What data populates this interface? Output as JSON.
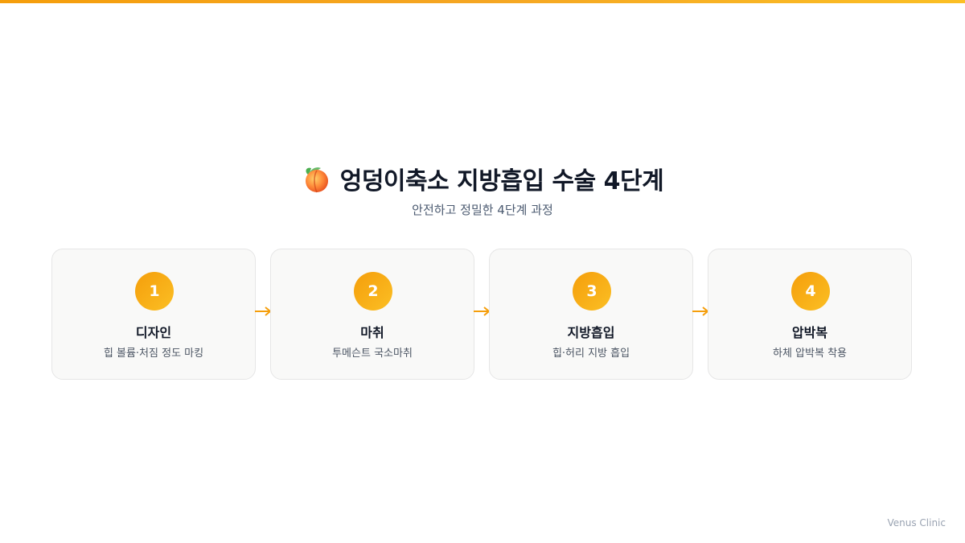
{
  "header": {
    "title": "엉덩이축소 지방흡입 수술 4단계",
    "subtitle": "안전하고 정밀한 4단계 과정",
    "title_icon": "peach-icon"
  },
  "steps": [
    {
      "number": "1",
      "title": "디자인",
      "description": "힙 볼륨·처짐 정도 마킹"
    },
    {
      "number": "2",
      "title": "마취",
      "description": "투메슨트 국소마취"
    },
    {
      "number": "3",
      "title": "지방흡입",
      "description": "힙·허리 지방 흡입"
    },
    {
      "number": "4",
      "title": "압박복",
      "description": "하체 압박복 착용"
    }
  ],
  "connector_icon": "arrow-right-icon",
  "footer": {
    "brand": "Venus Clinic"
  },
  "colors": {
    "accent": "#f5a623",
    "title_text": "#111827",
    "subtitle_text": "#4b5a70",
    "card_bg": "#f9f9f8",
    "card_border": "#e6e6e6"
  }
}
